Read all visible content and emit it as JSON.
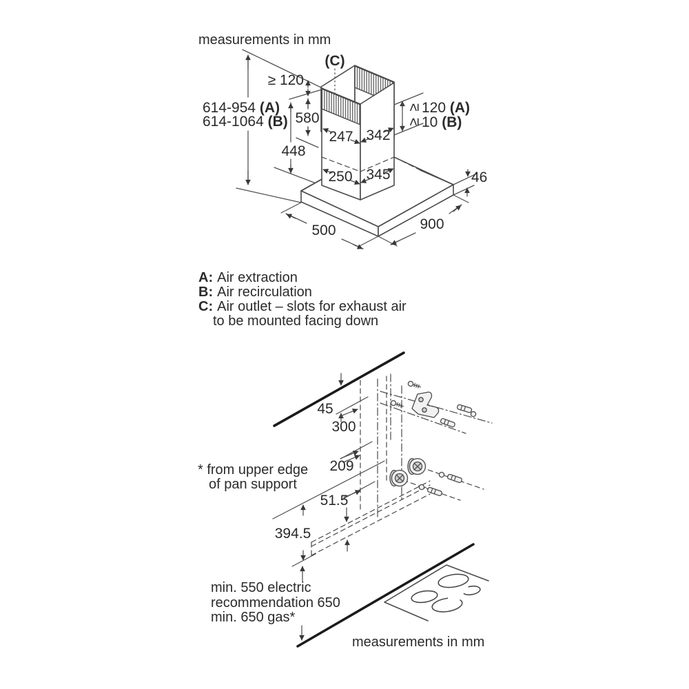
{
  "top_title": "measurements in mm",
  "hood_diagram": {
    "label_c_top": "(C)",
    "total_height_a": {
      "value": "614-954 ",
      "suffix": "(A)"
    },
    "total_height_b": {
      "value": "614-1064 ",
      "suffix": "(B)"
    },
    "min_chimney_clearance": "≥ 120",
    "upper_chimney_height": "580",
    "lower_chimney_height": "448",
    "duct_width_left_upper": "247",
    "duct_width_right_upper": "342",
    "duct_width_left_lower": "250",
    "duct_width_right_lower": "345",
    "right_clearance_a": {
      "symbol": "≥",
      "value": "120 ",
      "suffix": "(A)"
    },
    "right_clearance_b": {
      "symbol": "≥",
      "value": "10 ",
      "suffix": "(B)"
    },
    "canopy_height": "46",
    "canopy_depth": "500",
    "canopy_width": "900"
  },
  "legend": {
    "item_a": {
      "key": "A:",
      "text": "Air extraction"
    },
    "item_b": {
      "key": "B:",
      "text": "Air recirculation"
    },
    "item_c": {
      "key": "C:",
      "text": "Air outlet – slots for exhaust air"
    },
    "item_c_line2": "to be mounted facing down"
  },
  "mounting_diagram": {
    "dim_wall_offset": "45",
    "dim_bracket_spacing": "300",
    "dim_screw_spacing": "209",
    "dim_lower_offset": "51.5",
    "dim_hood_to_hob": "394.5",
    "note": {
      "line1": "* from upper edge",
      "line2": "of pan support"
    },
    "clearances": {
      "line1": "min. 550 electric",
      "line2": "recommendation 650",
      "line3": "min. 650 gas*"
    },
    "bottom_title": "measurements in mm"
  }
}
